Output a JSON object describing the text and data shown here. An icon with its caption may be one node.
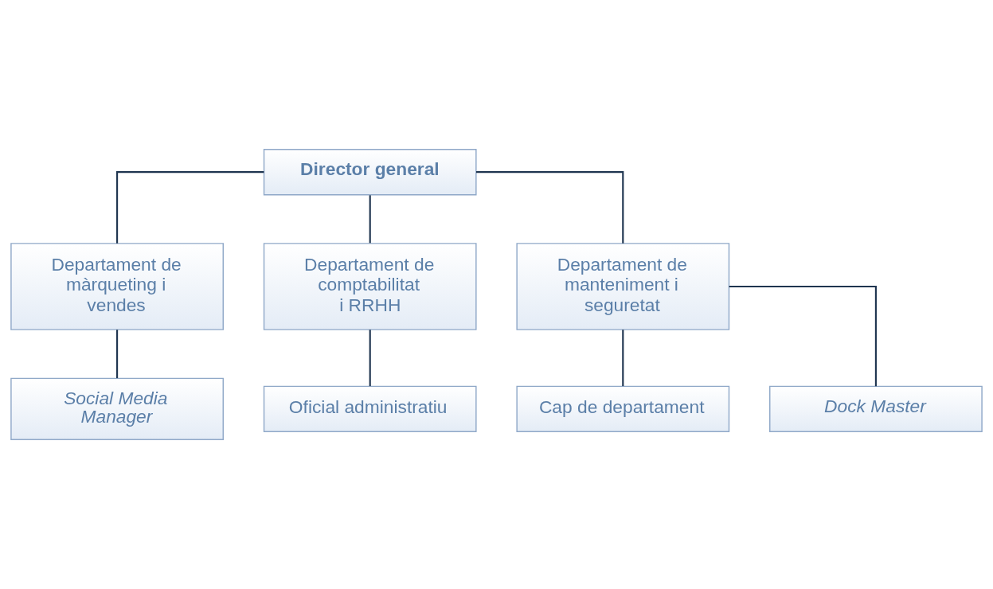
{
  "diagram": {
    "nodes": [
      {
        "text": [
          "Director general"
        ]
      },
      {
        "text": [
          "Departament de màrqueting i vendes"
        ]
      },
      {
        "text": [
          "Departament de comptabilitat i RRHH"
        ]
      },
      {
        "text": [
          "Departament de manteniment i seguretat"
        ]
      },
      {
        "text": [
          "Social Media Manager"
        ]
      },
      {
        "text": [
          "Oficial administratiu"
        ]
      },
      {
        "text": [
          "Cap de departament"
        ]
      },
      {
        "text": [
          "Dock Master"
        ]
      }
    ],
    "edges": [
      {
        "from": 0,
        "to": 1,
        "arrow": "none"
      },
      {
        "from": 0,
        "to": 2,
        "arrow": "none"
      },
      {
        "from": 0,
        "to": 3,
        "arrow": "none"
      },
      {
        "from": 1,
        "to": 4,
        "arrow": "none"
      },
      {
        "from": 2,
        "to": 5,
        "arrow": "none"
      },
      {
        "from": 3,
        "to": 6,
        "arrow": "none"
      },
      {
        "from": 3,
        "to": 7,
        "arrow": "none"
      }
    ]
  }
}
